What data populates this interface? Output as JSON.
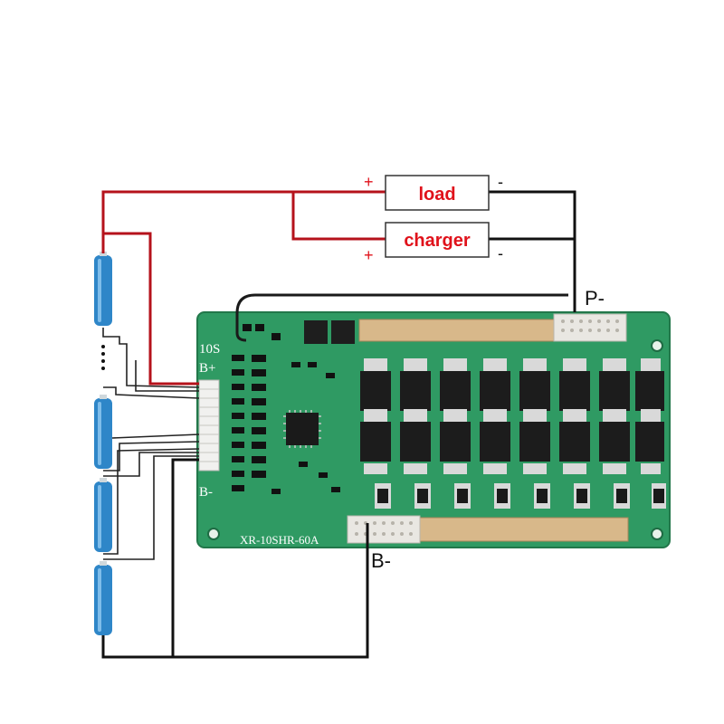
{
  "boxes": {
    "load": {
      "label": "load",
      "plus": "+",
      "minus": "-"
    },
    "charger": {
      "label": "charger",
      "plus": "+",
      "minus": "-"
    }
  },
  "terminals": {
    "p_minus": "P-",
    "b_minus": "B-"
  },
  "board": {
    "cell_count": "10S",
    "b_plus": "B+",
    "b_minus": "B-",
    "model": "XR-10SHR-60A"
  },
  "colors": {
    "positive_wire": "#b5121b",
    "negative_wire": "#111111",
    "sense_wire": "#222222",
    "pcb": "#2f9a63",
    "battery": "#2e86c8",
    "accent_red": "#e0121b"
  }
}
